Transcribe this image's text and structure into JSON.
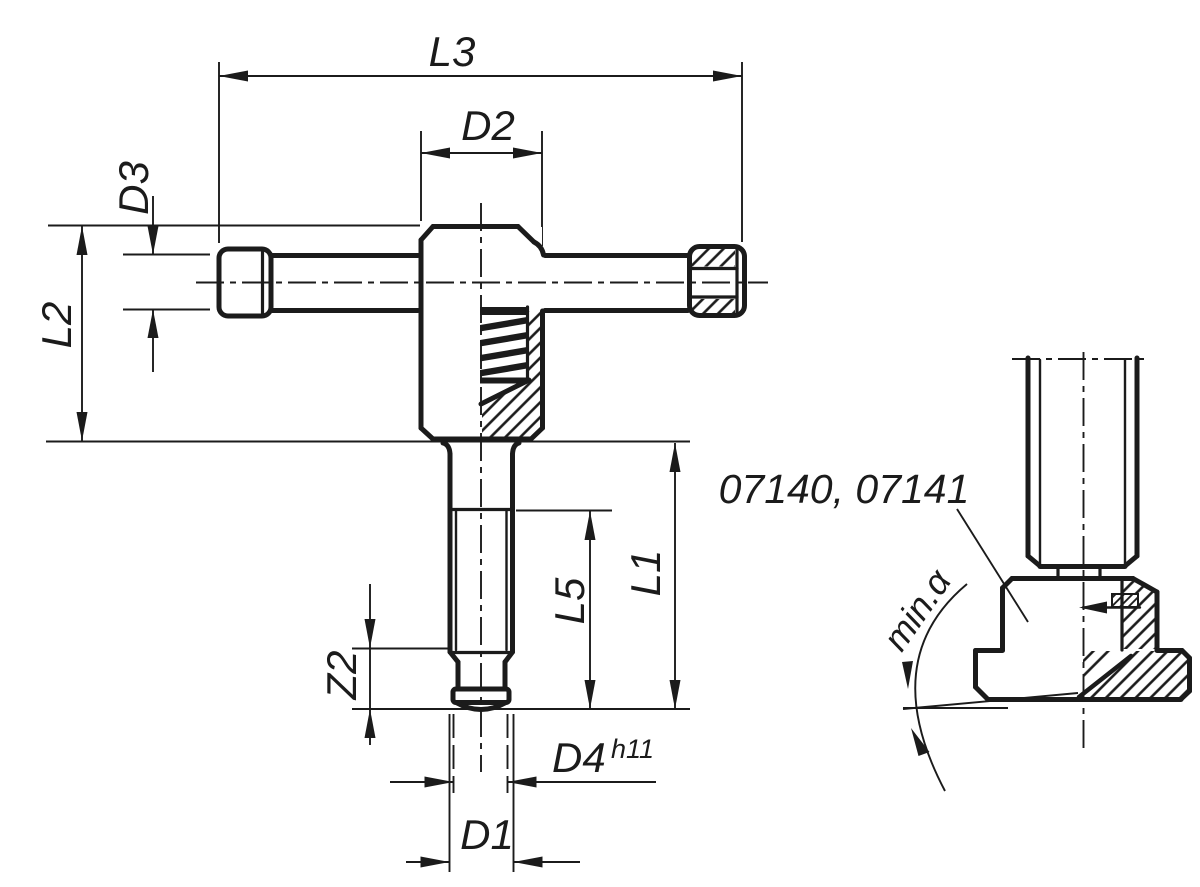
{
  "drawing": {
    "labels": {
      "l3": "L3",
      "d2": "D2",
      "d3": "D3",
      "l2": "L2",
      "l1": "L1",
      "l5": "L5",
      "z2": "Z2",
      "d4": "D4",
      "d4_tolerance": "h11",
      "d1": "D1",
      "part_numbers": "07140, 07141",
      "min_angle": "min.α"
    },
    "colors": {
      "ink": "#1b1b1b",
      "background": "#ffffff"
    }
  }
}
